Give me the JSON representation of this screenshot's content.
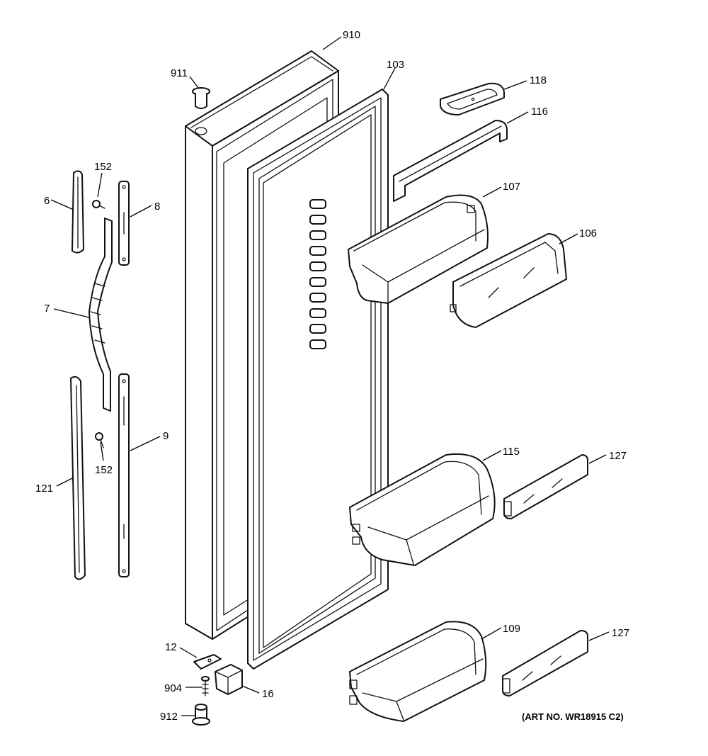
{
  "callouts": [
    {
      "id": "910",
      "label": "910"
    },
    {
      "id": "911",
      "label": "911"
    },
    {
      "id": "103",
      "label": "103"
    },
    {
      "id": "118",
      "label": "118"
    },
    {
      "id": "116",
      "label": "116"
    },
    {
      "id": "152a",
      "label": "152"
    },
    {
      "id": "6",
      "label": "6"
    },
    {
      "id": "8",
      "label": "8"
    },
    {
      "id": "107",
      "label": "107"
    },
    {
      "id": "106",
      "label": "106"
    },
    {
      "id": "7",
      "label": "7"
    },
    {
      "id": "9",
      "label": "9"
    },
    {
      "id": "152b",
      "label": "152"
    },
    {
      "id": "121",
      "label": "121"
    },
    {
      "id": "115",
      "label": "115"
    },
    {
      "id": "127a",
      "label": "127"
    },
    {
      "id": "109",
      "label": "109"
    },
    {
      "id": "127b",
      "label": "127"
    },
    {
      "id": "12",
      "label": "12"
    },
    {
      "id": "904",
      "label": "904"
    },
    {
      "id": "16",
      "label": "16"
    },
    {
      "id": "912",
      "label": "912"
    }
  ],
  "art_number": "(ART NO. WR18915 C2)"
}
